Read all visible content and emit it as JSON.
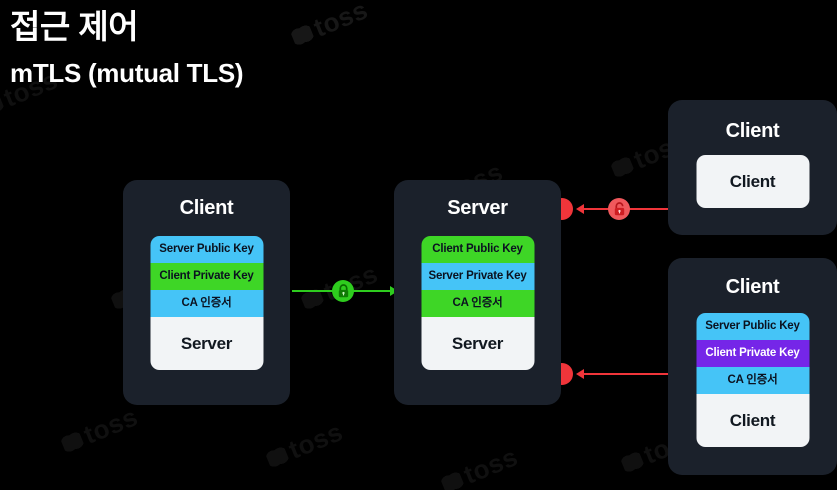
{
  "header": {
    "title": "접근 제어",
    "subtitle": "mTLS (mutual TLS)"
  },
  "watermark": {
    "text": "toss"
  },
  "diagram": {
    "cards": [
      {
        "id": "left-client",
        "title": "Client",
        "rows": [
          {
            "label": "Server Public Key",
            "color": "#45c4f7"
          },
          {
            "label": "Client Private Key",
            "color": "#3ed626"
          },
          {
            "label": "CA 인증서",
            "color": "#45c4f7"
          }
        ],
        "endcap": "Server"
      },
      {
        "id": "center-server",
        "title": "Server",
        "rows": [
          {
            "label": "Client Public Key",
            "color": "#3ed626"
          },
          {
            "label": "Server Private Key",
            "color": "#45c4f7"
          },
          {
            "label": "CA 인증서",
            "color": "#3ed626"
          }
        ],
        "endcap": "Server"
      },
      {
        "id": "top-right-client",
        "title": "Client",
        "rows": [],
        "endcap": "Client"
      },
      {
        "id": "bottom-right-client",
        "title": "Client",
        "rows": [
          {
            "label": "Server Public Key",
            "color": "#45c4f7"
          },
          {
            "label": "Client Private Key",
            "color": "#7526e8"
          },
          {
            "label": "CA 인증서",
            "color": "#45c4f7"
          }
        ],
        "endcap": "Client"
      }
    ],
    "connectors": [
      {
        "id": "client-to-server",
        "color": "#2ecc1e",
        "direction": "right",
        "badge": "lock-closed-icon"
      },
      {
        "id": "top-client-to-server",
        "color": "#f0353a",
        "direction": "left",
        "badge": "lock-open-icon"
      },
      {
        "id": "bottom-client-to-server",
        "color": "#f0353a",
        "direction": "left",
        "badge": "none"
      }
    ]
  },
  "colors": {
    "background": "#000000",
    "card": "#1b212b",
    "blue": "#45c4f7",
    "green": "#3ed626",
    "purple": "#7526e8",
    "red": "#f0353a",
    "white": "#f2f4f6"
  }
}
